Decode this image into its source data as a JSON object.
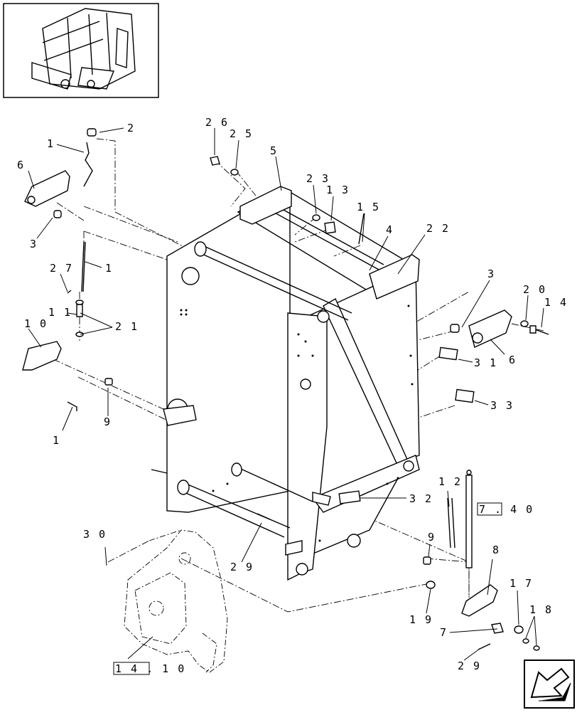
{
  "callouts": [
    {
      "id": "c2a",
      "text": "2"
    },
    {
      "id": "c1a",
      "text": "1"
    },
    {
      "id": "c6a",
      "text": "6"
    },
    {
      "id": "c3a",
      "text": "3"
    },
    {
      "id": "c27",
      "text": "2 7"
    },
    {
      "id": "c1b",
      "text": "1"
    },
    {
      "id": "c11",
      "text": "1 1"
    },
    {
      "id": "c21",
      "text": "2 1"
    },
    {
      "id": "c10",
      "text": "1 0"
    },
    {
      "id": "c9a",
      "text": "9"
    },
    {
      "id": "c1c",
      "text": "1"
    },
    {
      "id": "c26",
      "text": "2 6"
    },
    {
      "id": "c25",
      "text": "2 5"
    },
    {
      "id": "c5",
      "text": "5"
    },
    {
      "id": "c23",
      "text": "2 3"
    },
    {
      "id": "c13",
      "text": "1 3"
    },
    {
      "id": "c15",
      "text": "1 5"
    },
    {
      "id": "c4",
      "text": "4"
    },
    {
      "id": "c22",
      "text": "2 2"
    },
    {
      "id": "c3b",
      "text": "3"
    },
    {
      "id": "c20",
      "text": "2 0"
    },
    {
      "id": "c14",
      "text": "1 4"
    },
    {
      "id": "c6b",
      "text": "6"
    },
    {
      "id": "c31",
      "text": "3 1"
    },
    {
      "id": "c33",
      "text": "3 3"
    },
    {
      "id": "c12",
      "text": "1 2"
    },
    {
      "id": "c32",
      "text": "3 2"
    },
    {
      "id": "c30",
      "text": "3 0"
    },
    {
      "id": "c29a",
      "text": "2 9"
    },
    {
      "id": "c9b",
      "text": "9"
    },
    {
      "id": "c8",
      "text": "8"
    },
    {
      "id": "c19",
      "text": "1 9"
    },
    {
      "id": "c17",
      "text": "1 7"
    },
    {
      "id": "c18",
      "text": "1 8"
    },
    {
      "id": "c7",
      "text": "7"
    },
    {
      "id": "c29b",
      "text": "2 9"
    }
  ],
  "references": [
    {
      "id": "r740",
      "text": "7 . 4 0"
    },
    {
      "id": "r1410",
      "text": "1 4 . 1 0"
    }
  ]
}
